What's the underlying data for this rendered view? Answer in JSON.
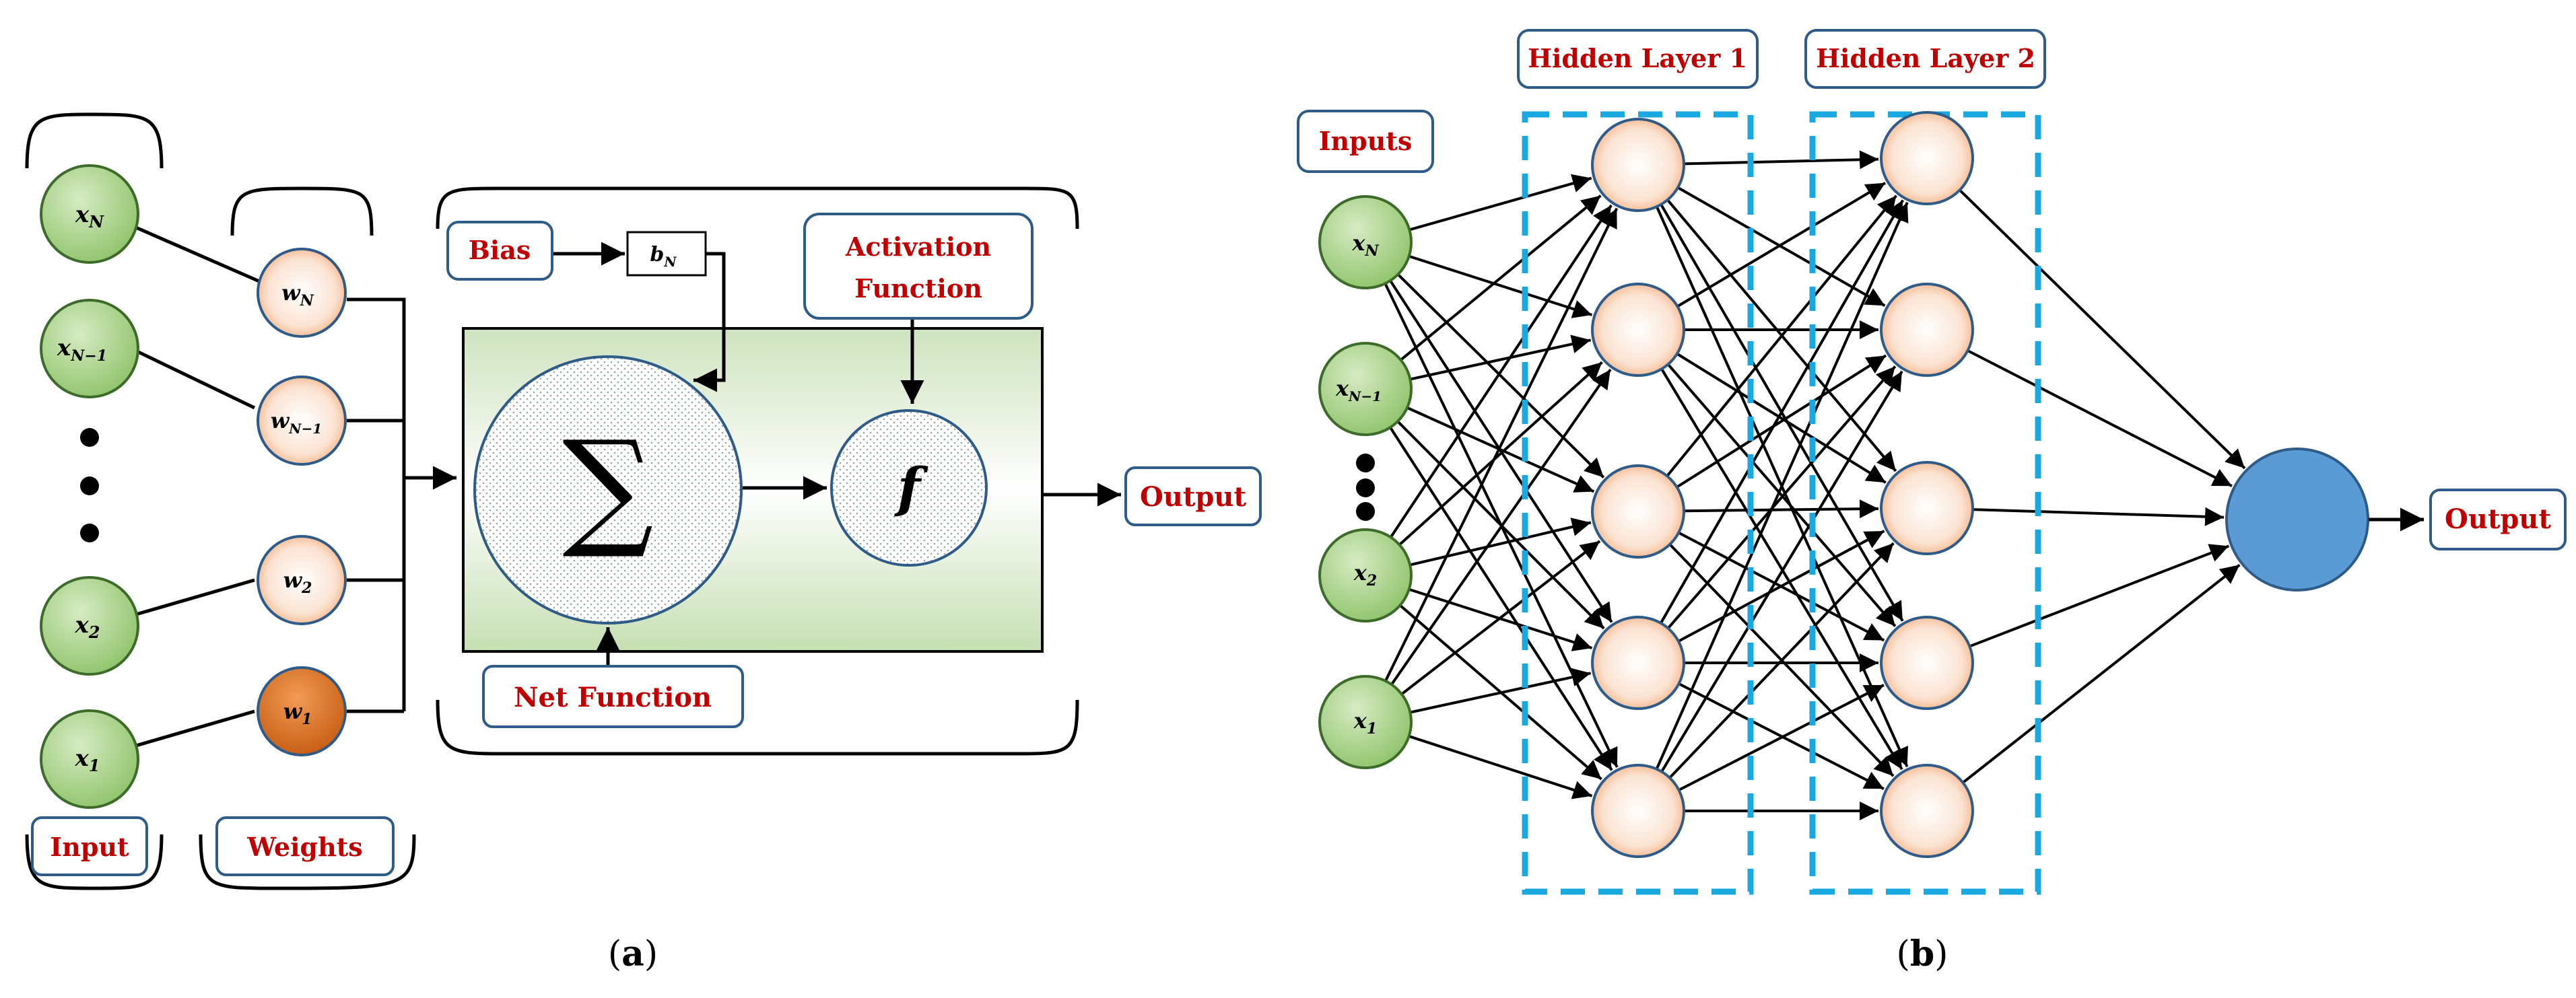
{
  "panel_a": {
    "caption": "(a)",
    "caption_letter": "a",
    "inputs": [
      "x_N",
      "x_{N-1}",
      "x_2",
      "x_1"
    ],
    "weights": [
      "w_N",
      "w_{N-1}",
      "w_2",
      "w_1"
    ],
    "labels": {
      "input": "Input",
      "weights": "Weights",
      "bias": "Bias",
      "bias_node": "b_N",
      "activation_line1": "Activation",
      "activation_line2": "Function",
      "net_function": "Net Function",
      "output": "Output",
      "sum_symbol": "∑",
      "activation_symbol": "f"
    }
  },
  "panel_b": {
    "caption": "(b)",
    "caption_letter": "b",
    "inputs": [
      "x_N",
      "x_{N-1}",
      "x_2",
      "x_1"
    ],
    "labels": {
      "inputs": "Inputs",
      "hidden_layer_1": "Hidden Layer 1",
      "hidden_layer_2": "Hidden Layer 2",
      "output": "Output"
    },
    "hidden_layer_1_nodes": 5,
    "hidden_layer_2_nodes": 5,
    "output_nodes": 1
  },
  "colors": {
    "input_node": "#a9d18e",
    "weight_node": "#fbe5d6",
    "weight_node_active": "#e47a2c",
    "output_node": "#5b9bd5",
    "hidden_box": "#19a8e0",
    "label_text": "#c00000",
    "label_border": "#2e5b88"
  }
}
